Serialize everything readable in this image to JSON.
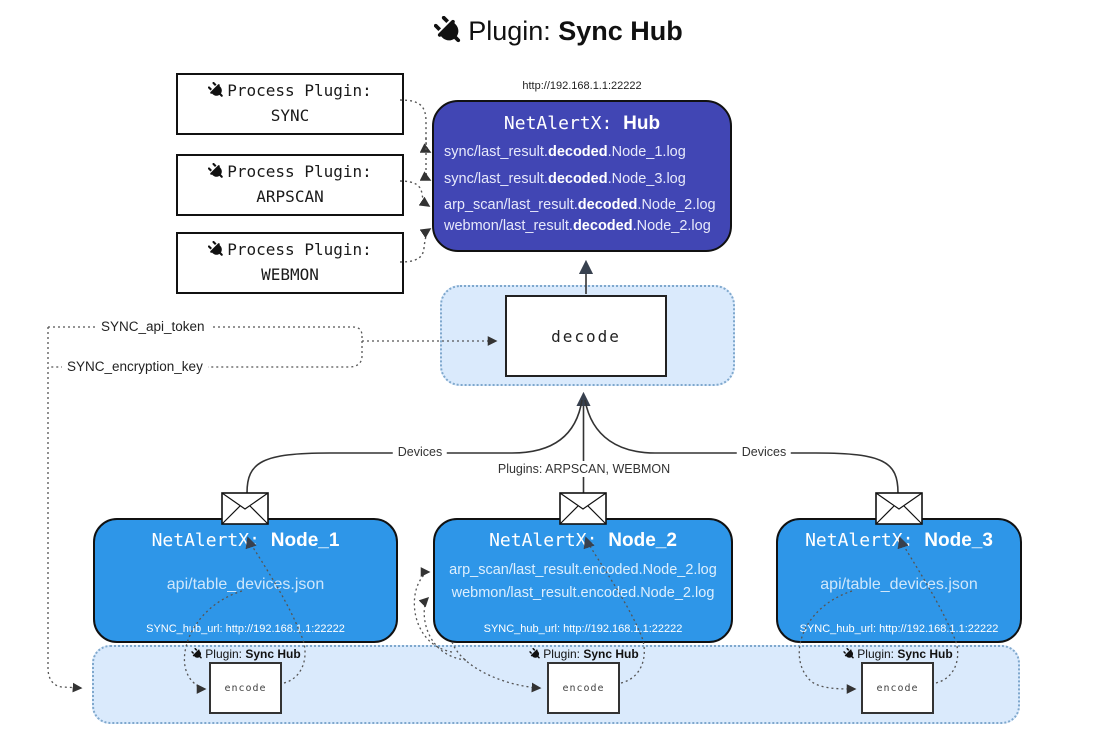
{
  "title": {
    "prefix": "Plugin:",
    "name": "Sync Hub"
  },
  "hub": {
    "url_label": "http://192.168.1.1:22222",
    "title_prefix": "NetAlertX: ",
    "title_name": "Hub",
    "lines": [
      {
        "pre": "sync/last_result.",
        "bold": "decoded",
        "post": ".Node_1.log"
      },
      {
        "pre": "sync/last_result.",
        "bold": "decoded",
        "post": ".Node_3.log"
      },
      {
        "pre": "arp_scan/last_result.",
        "bold": "decoded",
        "post": ".Node_2.log"
      },
      {
        "pre": "webmon/last_result.",
        "bold": "decoded",
        "post": ".Node_2.log"
      }
    ]
  },
  "process_plugins": [
    {
      "label": "Process Plugin:",
      "name": "SYNC"
    },
    {
      "label": "Process Plugin:",
      "name": "ARPSCAN"
    },
    {
      "label": "Process Plugin:",
      "name": "WEBMON"
    }
  ],
  "decode": {
    "label": "decode"
  },
  "tokens": {
    "api_token": "SYNC_api_token",
    "encryption_key": "SYNC_encryption_key"
  },
  "edges": {
    "devices_left": "Devices",
    "devices_right": "Devices",
    "plugins_mid": "Plugins: ARPSCAN, WEBMON"
  },
  "nodes": [
    {
      "title_prefix": "NetAlertX: ",
      "title_name": "Node_1",
      "files": [
        "api/table_devices.json"
      ],
      "hub_url": "SYNC_hub_url: http://192.168.1.1:22222"
    },
    {
      "title_prefix": "NetAlertX: ",
      "title_name": "Node_2",
      "files": [
        "arp_scan/last_result.encoded.Node_2.log",
        "webmon/last_result.encoded.Node_2.log"
      ],
      "hub_url": "SYNC_hub_url: http://192.168.1.1:22222"
    },
    {
      "title_prefix": "NetAlertX: ",
      "title_name": "Node_3",
      "files": [
        "api/table_devices.json"
      ],
      "hub_url": "SYNC_hub_url: http://192.168.1.1:22222"
    }
  ],
  "encoders": [
    {
      "label_prefix": "Plugin:",
      "label_name": "Sync Hub",
      "box_label": "encode"
    },
    {
      "label_prefix": "Plugin:",
      "label_name": "Sync Hub",
      "box_label": "encode"
    },
    {
      "label_prefix": "Plugin:",
      "label_name": "Sync Hub",
      "box_label": "encode"
    }
  ],
  "colors": {
    "hub_fill": "#4146b4",
    "node_fill": "#2e96e8",
    "container_fill": "#daeafc",
    "container_border": "#7fa8cd",
    "connector": "#333333"
  }
}
